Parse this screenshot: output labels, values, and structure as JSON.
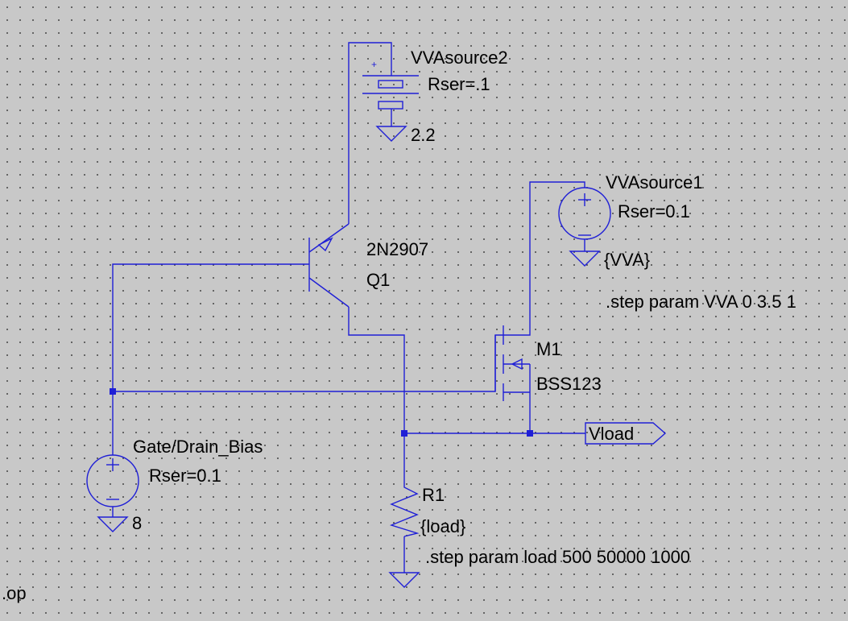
{
  "directives": {
    "op": ".op",
    "step_vva": ".step param VVA 0 3.5 1",
    "step_load": ".step param load 500 50000 1000"
  },
  "components": {
    "vvasource2": {
      "name": "VVAsource2",
      "rser": "Rser=.1",
      "value": "2.2"
    },
    "vvasource1": {
      "name": "VVAsource1",
      "rser": "Rser=0.1",
      "value": "{VVA}"
    },
    "q1": {
      "model": "2N2907",
      "name": "Q1"
    },
    "m1": {
      "name": "M1",
      "model": "BSS123"
    },
    "gate_drain_bias": {
      "name": "Gate/Drain_Bias",
      "rser": "Rser=0.1",
      "value": "8"
    },
    "r1": {
      "name": "R1",
      "value": "{load}"
    }
  },
  "nets": {
    "vload": "Vload"
  },
  "colors": {
    "wire": "#1f1fd6",
    "background": "#c8c8c8",
    "text": "#000000"
  }
}
